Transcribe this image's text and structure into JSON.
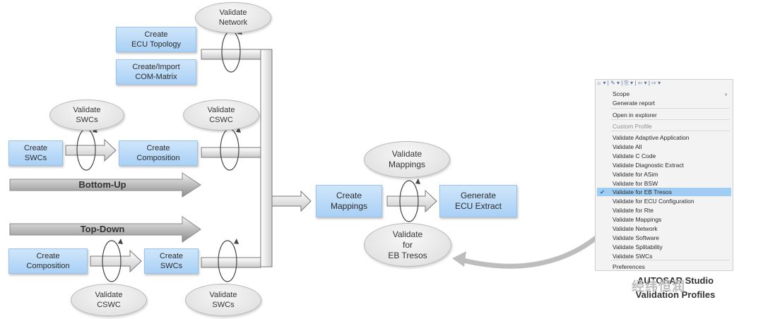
{
  "boxes": {
    "create_ecu_topology": "Create\nECU Topology",
    "create_com_matrix": "Create/Import\nCOM-Matrix",
    "create_swcs_top": "Create\nSWCs",
    "create_composition_top": "Create\nComposition",
    "create_composition_bottom": "Create\nComposition",
    "create_swcs_bottom": "Create\nSWCs",
    "create_mappings": "Create\nMappings",
    "generate_ecu_extract": "Generate\nECU Extract"
  },
  "ellipses": {
    "validate_network": "Validate\nNetwork",
    "validate_swcs_top": "Validate\nSWCs",
    "validate_cswc_top": "Validate\nCSWC",
    "validate_cswc_bottom": "Validate\nCSWC",
    "validate_swcs_bottom": "Validate\nSWCs",
    "validate_mappings": "Validate\nMappings",
    "validate_eb_tresos": "Validate\nfor\nEB Tresos"
  },
  "bars": {
    "bottom_up": "Bottom-Up",
    "top_down": "Top-Down"
  },
  "menu": {
    "toolbar": "☼ ▾ | ✎ ▾ | ⎘ ▾ | ⇦ ▾ | ⇨ ▾",
    "items": [
      {
        "label": "Scope",
        "submenu": "›"
      },
      {
        "label": "Generate report"
      },
      {
        "label": "Open in explorer"
      },
      {
        "label": "Custom Profile"
      },
      {
        "label": "Validate Adaptive Application"
      },
      {
        "label": "Validate All"
      },
      {
        "label": "Validate C Code"
      },
      {
        "label": "Validate Diagnostic Extract"
      },
      {
        "label": "Validate for ASim"
      },
      {
        "label": "Validate for BSW"
      },
      {
        "label": "Validate for EB Tresos",
        "checked": "✔"
      },
      {
        "label": "Validate for ECU Configuration"
      },
      {
        "label": "Validate for Rte"
      },
      {
        "label": "Validate Mappings"
      },
      {
        "label": "Validate Network"
      },
      {
        "label": "Validate Software"
      },
      {
        "label": "Validate Splitability"
      },
      {
        "label": "Validate SWCs"
      },
      {
        "label": "Preferences"
      }
    ]
  },
  "caption": {
    "line1": "AUTOSAR Studio",
    "line2": "Validation Profiles"
  },
  "watermark": "经纬恒润",
  "colors": {
    "box_fill": "#b8dbf8",
    "ellipse_fill": "#e8e8e8",
    "arrow_fill": "#d8d8d8",
    "menu_selected": "#9fcdf3"
  }
}
